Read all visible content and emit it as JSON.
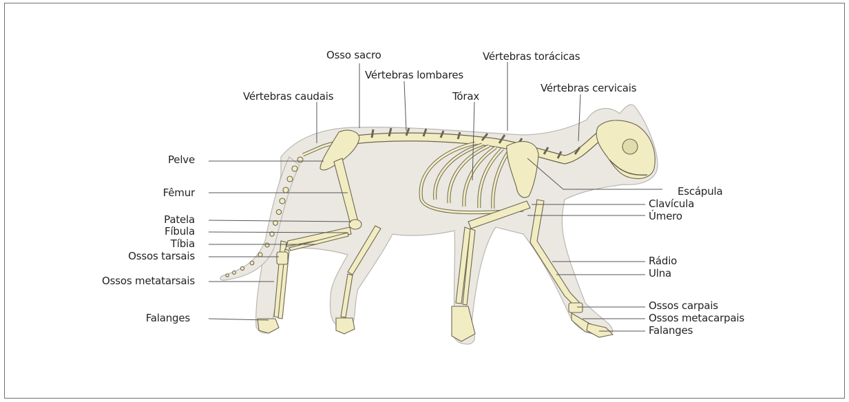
{
  "figure": {
    "labels": {
      "osso_sacro": "Osso sacro",
      "vertebras_toracicas": "Vértebras torácicas",
      "vertebras_lombares": "Vértebras lombares",
      "vertebras_caudais": "Vértebras caudais",
      "torax": "Tórax",
      "vertebras_cervicais": "Vértebras cervicais",
      "pelve": "Pelve",
      "femur": "Fêmur",
      "patela": "Patela",
      "fibula": "Fíbula",
      "tibia": "Tíbia",
      "ossos_tarsais": "Ossos tarsais",
      "ossos_metatarsais": "Ossos metatarsais",
      "falanges_traseiras": "Falanges",
      "escapula": "Escápula",
      "clavicula": "Clavícula",
      "umero": "Úmero",
      "radio": "Rádio",
      "ulna": "Ulna",
      "ossos_carpais": "Ossos carpais",
      "ossos_metacarpais": "Ossos metacarpais",
      "falanges_dianteiras": "Falanges"
    },
    "colors": {
      "border": "#6d6e71",
      "silhouette": "#ebe8e2",
      "outline": "#b9b7b2",
      "bone": "#f2ecc2",
      "bone_stroke": "#6b6550",
      "leader": "#555555"
    }
  }
}
